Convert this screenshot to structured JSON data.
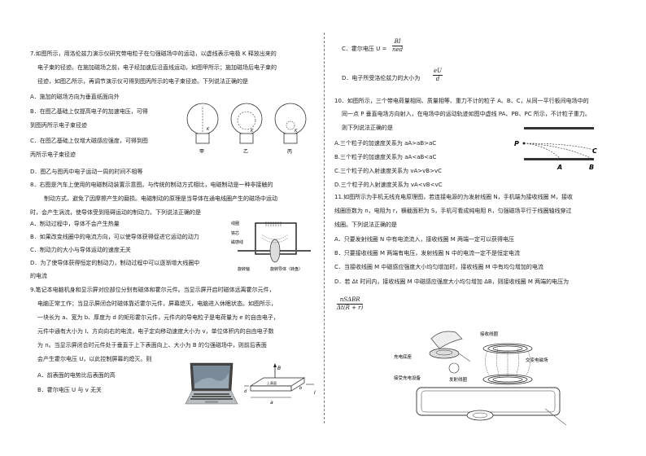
{
  "left": {
    "q7": {
      "lines": [
        "7.如图所示，用洛伦兹力演示仪研究带电粒子在匀强磁场中的运动，以虚线表示电极 K 释放出来的",
        "电子束的径迹。在施加磁场之前，电子经加速后沿直线运动，如图甲所示；施加磁场后电子束的",
        "径迹，如图乙所示，再调节演示仪可得到图丙所示的电子束径迹。下列说法正确的是"
      ],
      "options": {
        "A": "A．施加的磁场方向为垂直纸面向外",
        "B1": "B．在图乙基础上仅提高电子的加速电压，可得",
        "B2": "到图丙所示电子束径迹",
        "C1": "C．在图乙基础上仅增大磁感应强度，可得到图",
        "C2": "丙所示电子束径迹",
        "D": "D．图乙与图丙中电子运动一周的时间不相等"
      },
      "fig_labels": [
        "甲",
        "乙",
        "丙"
      ],
      "k_label": "K"
    },
    "q8": {
      "lines": [
        "8．右图是汽车上使用的电磁制动装置示意图。与传统的制动方式相比，电磁制动是一种非接触的",
        "制动方式，避免了因摩擦产生的磨损。电磁制动的原理是当导体在通电线圈产生的磁场中运动",
        "时，会产生涡流，使导体受到阻碍运动的制动力。下列说法正确的是"
      ],
      "options": {
        "A": "A．制动过程中，导体不会产生热量",
        "B": "B．如果改变线圈中的电流方向，可以使导体获得促进它运动的动力",
        "C": "C．制动力的大小与导体运动的速度无关",
        "D1": "D．为了使导体获得恒定的制动力，制动过程中可以逐渐增大线圈中",
        "D2": "的电流"
      },
      "fig_labels": {
        "coil": "线圈",
        "core": "铁芯",
        "field": "磁感线",
        "axle": "旋转轴",
        "disk": "旋转导体（转盘）"
      }
    },
    "q9": {
      "lines": [
        "9.笔记本电脑机身和显示屏对应部位分别有磁体和霍尔元件。当显示屏开启时磁体远离霍尔元件，",
        "电脑正常工作；当显示屏闭合时磁体靠近霍尔元件，屏幕熄灭，电脑进入休眠状态。如图所示，",
        "一块长为 a、宽为 b、厚度为 d 的矩形霍尔元件，元件内的导电粒子是电荷量为 e 的自由电子，",
        "元件中通有大小为 I、方向向右的电流，电子定向移动速度大小为 v，单位体积内的自由电子数",
        "为 n。当显示屏闭合时元件处于垂直于上下表面向上、大小为 B 的匀强磁场中，则前后表面",
        "会产生霍尔电压 U，以此控制屏幕的熄灭。则"
      ],
      "options": {
        "A": "A．前表面的电势比后表面的高",
        "B": "B．霍尔电压 U 与 v 无关"
      },
      "fig_labels": {
        "B": "B",
        "I": "I",
        "a": "a",
        "b": "b",
        "d": "d",
        "up": "上表面"
      }
    }
  },
  "right": {
    "q9_cont": {
      "C_prefix": "C．霍尔电压 U =",
      "C_num": "BI",
      "C_den": "ned",
      "D_prefix": "D．电子所受洛伦兹力的大小为",
      "D_num": "eU",
      "D_den": "d"
    },
    "q10": {
      "lines": [
        "10．如图所示，三个带电荷量相同、质量相等、重力不计的粒子 A、B、C，从同一平行板间电场中的",
        "同一点 P 垂直电场方向射入，在电场中的运动轨迹如图中虚线 PA、PB、PC 所示，不计粒子重力。",
        "则下列说法正确的是"
      ],
      "options": {
        "A": "A.三个粒子的加速度关系为 aA>aB>aC",
        "B": "B.三个粒子的加速度关系为 aA<aB<aC",
        "C": "C.三个粒子的入射速度关系为 vA>vB>vC",
        "D": "D.三个粒子的入射速度关系为 vA<vB<vC"
      },
      "fig_labels": {
        "P": "P",
        "A": "A",
        "B": "B",
        "C": "C"
      }
    },
    "q11": {
      "lines": [
        "11.如图所示为手机无线充电原理图，若连接电源的为发射线圈 N，手机端为接收线圈 M，接收",
        "线圈匝数为 n，电阻为 r，横截面积为 S，手机可看成纯电阻 R，匀强磁场平行于线圈轴线穿过",
        "线圈。下列说法正确的是"
      ],
      "options": {
        "A": "A．只要发射线圈 N 中有电流流入，接收线圈 M 两端一定可以获得电压",
        "B": "B．只要接收线圈 M 两端有电压，发射线圈 N 中的电流一定不是恒定电流",
        "C": "C．当接收线圈 M 中磁感应强度大小均匀增加时，接收线圈 M 中有均匀增加的电流",
        "D": "D．若 Δt 时间内，接收线圈 M 中磁感应强度大小均匀增加 ΔB，则接收线圈 M 两端的电压为"
      },
      "D_num": "nSΔBR",
      "D_den": "Δt(R + r)",
      "fig_labels": {
        "recv_coil": "接收线圈",
        "base": "充电底座",
        "field": "交变电磁场",
        "device": "接受充电设备",
        "send_coil": "发射线圈"
      }
    }
  }
}
